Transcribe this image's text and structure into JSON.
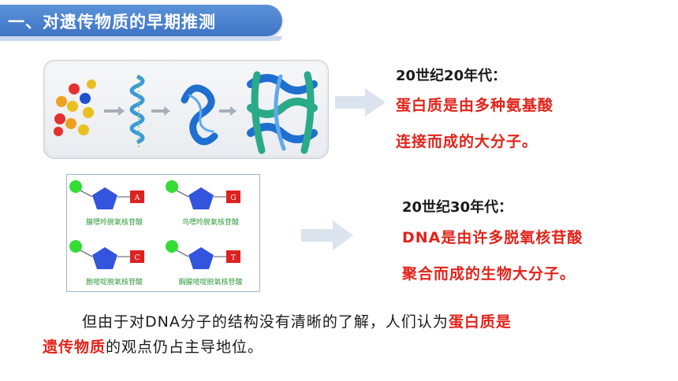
{
  "title": "一、对遗传物质的早期推测",
  "section1": {
    "era": "20世纪20年代：",
    "line1": "蛋白质是由多种氨基酸",
    "line2": "连接而成的大分子。"
  },
  "section2": {
    "era": "20世纪30年代：",
    "line1": "DNA是由许多脱氧核苷酸",
    "line2": "聚合而成的生物大分子。"
  },
  "nucleotides": [
    {
      "base": "A",
      "name": "腺嘌呤脱氧核苷酸"
    },
    {
      "base": "G",
      "name": "鸟嘌呤脱氧核苷酸"
    },
    {
      "base": "C",
      "name": "胞嘧啶脱氧核苷酸"
    },
    {
      "base": "T",
      "name": "胸腺嘧啶脱氧核苷酸"
    }
  ],
  "paragraph": {
    "part1": "但由于对DNA分子的结构没有清晰的了解，人们认为",
    "highlight1": "蛋白质是",
    "highlight2": "遗传物质",
    "part2": "的观点仍占主导地位。"
  },
  "colors": {
    "title_bar": "#3d74c4",
    "highlight": "#e2231a",
    "phosphate": "#33dd33",
    "sugar": "#3355dd",
    "base": "#dd2222",
    "nucleotide_label": "#2f9a3c"
  },
  "icons": [
    "right-arrow-icon"
  ]
}
